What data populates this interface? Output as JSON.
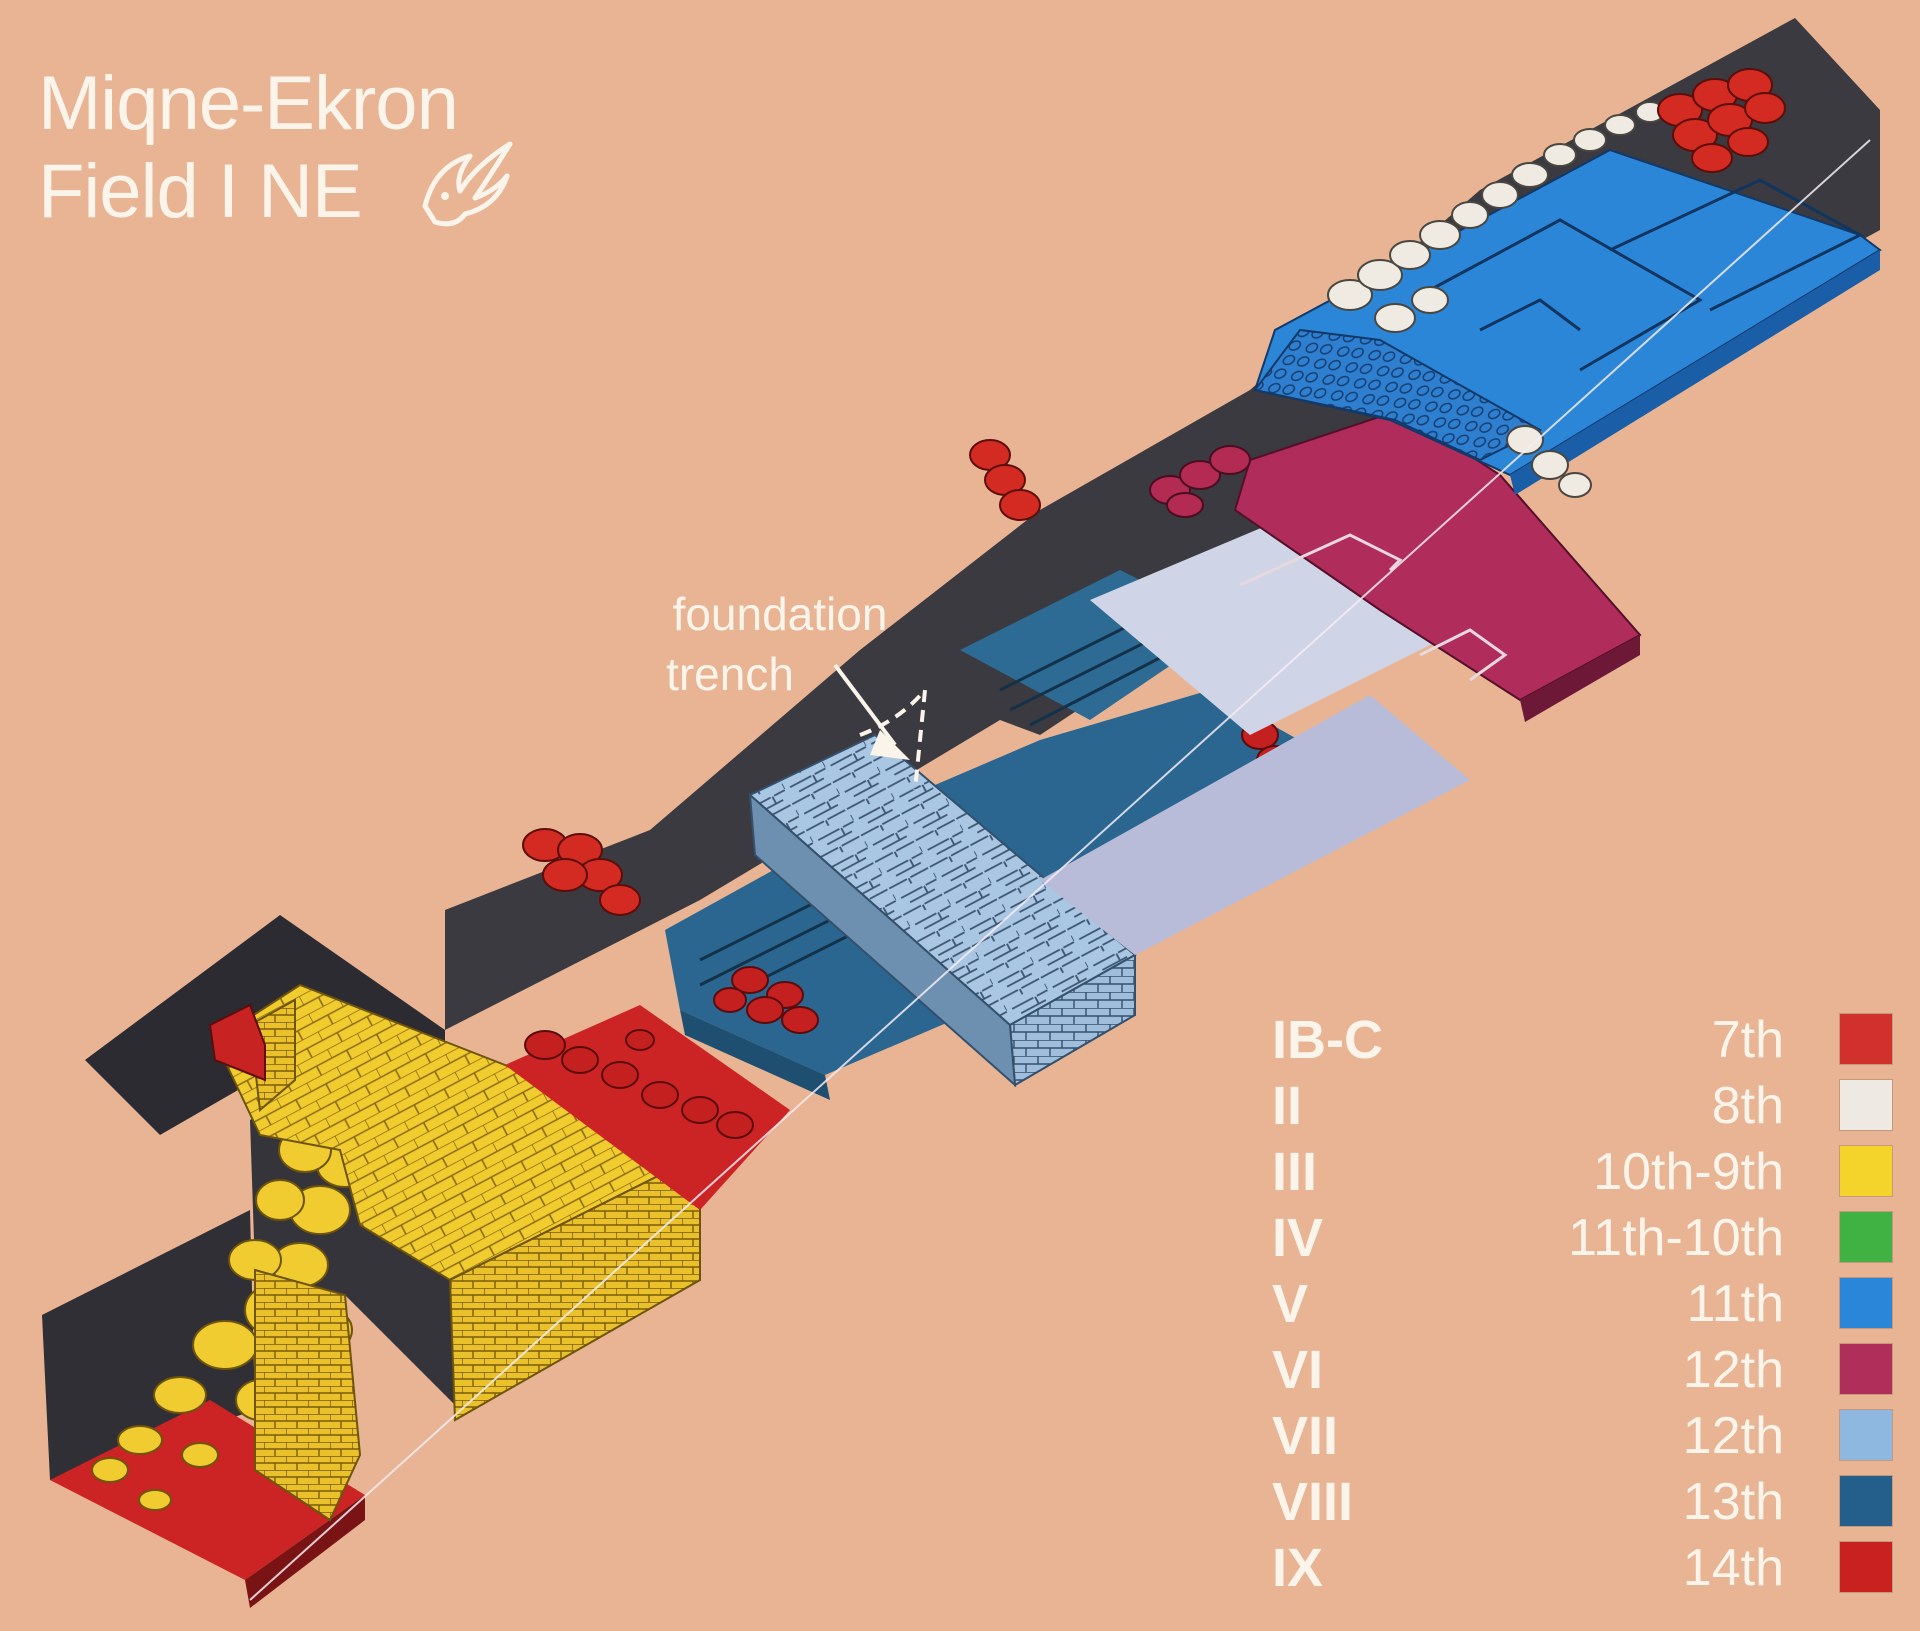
{
  "title": {
    "line1": "Miqne-Ekron",
    "line2": "Field I NE"
  },
  "annotation": {
    "line1": "foundation",
    "line2": "trench"
  },
  "logo": {
    "icon": "bird-icon"
  },
  "legend": [
    {
      "phase": "IB-C",
      "date": "7th",
      "color": "#d2302c"
    },
    {
      "phase": "II",
      "date": "8th",
      "color": "#eeeae3"
    },
    {
      "phase": "III",
      "date": "10th-9th",
      "color": "#f4d32b"
    },
    {
      "phase": "IV",
      "date": "11th-10th",
      "color": "#3fb243"
    },
    {
      "phase": "V",
      "date": "11th",
      "color": "#2a86d8"
    },
    {
      "phase": "VI",
      "date": "12th",
      "color": "#b02e5a"
    },
    {
      "phase": "VII",
      "date": "12th",
      "color": "#8fb8e0"
    },
    {
      "phase": "VIII",
      "date": "13th",
      "color": "#245f8c"
    },
    {
      "phase": "IX",
      "date": "14th",
      "color": "#c92020"
    }
  ]
}
